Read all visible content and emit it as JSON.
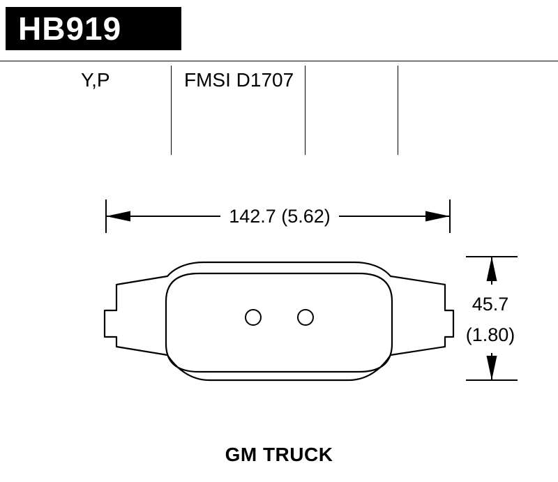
{
  "header": {
    "part_code": "HB919"
  },
  "spec_row": {
    "compounds": "Y,P",
    "fmsi": "FMSI D1707"
  },
  "drawing": {
    "width_dim_label": "142.7 (5.62)",
    "height_dim_mm": "45.7",
    "height_dim_in": "(1.80)"
  },
  "footer": {
    "application": "GM TRUCK"
  },
  "colors": {
    "paper": "#ffffff",
    "ink": "#000000",
    "header_bg": "#000000",
    "header_text": "#ffffff"
  }
}
